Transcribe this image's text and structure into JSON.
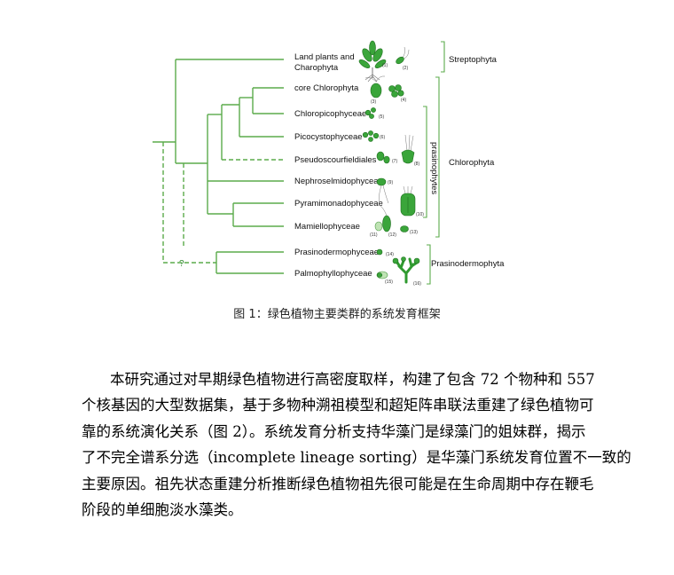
{
  "figure": {
    "taxa": [
      "Land plants and",
      "Charophyta",
      "core Chlorophyta",
      "Chloropicophyceae",
      "Picocystophyceae",
      "Pseudoscourfieldiales",
      "Nephroselmidophyceae",
      "Pyramimonadophyceae",
      "Mamiellophyceae",
      "Prasinodermophyceae",
      "Palmophyllophyceae"
    ],
    "clades": {
      "streptophyta": "Streptophyta",
      "chlorophyta": "Chlorophyta",
      "prasinophytes": "prasinophytes",
      "prasinodermophyta": "Prasinodermophyta"
    },
    "uncertain_mark": "?",
    "illustration_numbers": [
      "(1)",
      "(2)",
      "(3)",
      "(4)",
      "(5)",
      "(6)",
      "(7)",
      "(8)",
      "(9)",
      "(10)",
      "(11)",
      "(12)",
      "(13)",
      "(14)",
      "(15)",
      "(16)"
    ],
    "colors": {
      "tree_line": "#5bab4b",
      "cell_fill": "#3aa53a"
    }
  },
  "caption": "图 1：绿色植物主要类群的系统发育框架",
  "paragraph_lines": [
    "本研究通过对早期绿色植物进行高密度取样，构建了包含 72 个物种和 557",
    "个核基因的大型数据集，基于多物种溯祖模型和超矩阵串联法重建了绿色植物可",
    "靠的系统演化关系（图 2）。系统发育分析支持华藻门是绿藻门的姐妹群，揭示",
    "了不完全谱系分选（incomplete lineage sorting）是华藻门系统发育位置不一致的",
    "主要原因。祖先状态重建分析推断绿色植物祖先很可能是在生命周期中存在鞭毛",
    "阶段的单细胞淡水藻类。"
  ]
}
